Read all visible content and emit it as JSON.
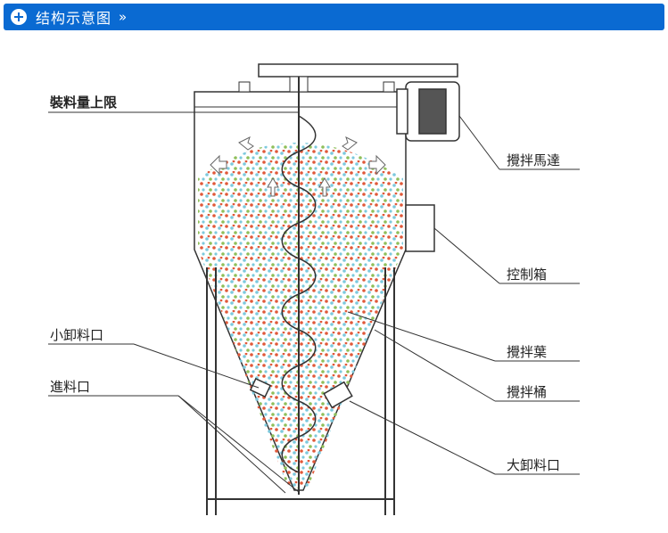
{
  "header": {
    "title": "结构示意图",
    "chevron": "»",
    "accent_color": "#0a6ad2"
  },
  "labels": {
    "fill_limit": "裝料量上限",
    "motor": "攪拌馬達",
    "control_box": "控制箱",
    "small_outlet": "小卸料口",
    "inlet": "進料口",
    "blade": "攪拌葉",
    "barrel": "攪拌桶",
    "large_outlet": "大卸料口"
  },
  "colors": {
    "particle_red": "#e0593a",
    "particle_cyan": "#7cc9dd",
    "particle_green": "#8fbf5a",
    "line": "#333333"
  }
}
